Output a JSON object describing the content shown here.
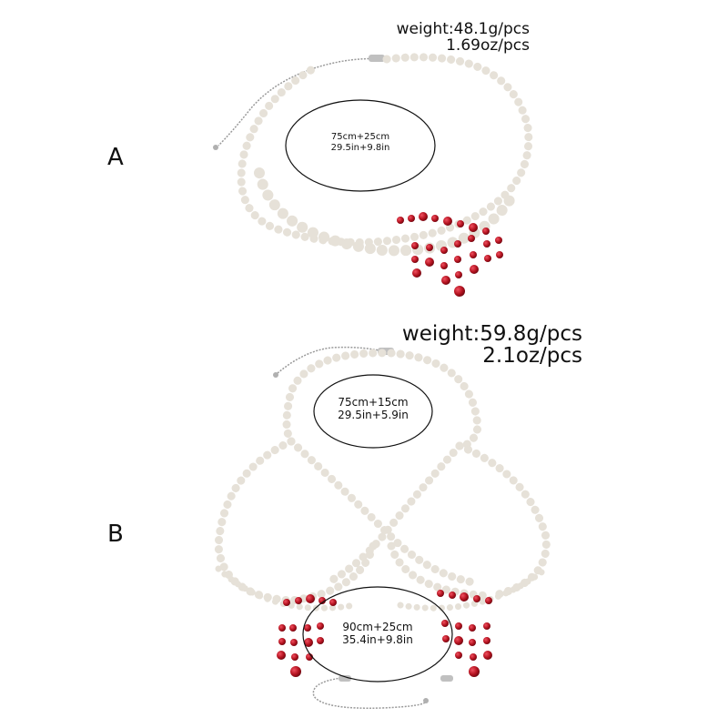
{
  "product_a": {
    "label": "A",
    "weight_g": "weight:48.1g/pcs",
    "weight_oz": "1.69oz/pcs",
    "size_cm": "75cm+25cm",
    "size_in": "29.5in+9.8in"
  },
  "product_b": {
    "label": "B",
    "weight_g": "weight:59.8g/pcs",
    "weight_oz": "2.1oz/pcs",
    "top_size_cm": "75cm+15cm",
    "top_size_in": "29.5in+5.9in",
    "bottom_size_cm": "90cm+25cm",
    "bottom_size_in": "35.4in+9.8in"
  },
  "colors": {
    "pearl": "#f1ede6",
    "bead_red": "#b3121f",
    "chain": "#9a9a9a"
  }
}
